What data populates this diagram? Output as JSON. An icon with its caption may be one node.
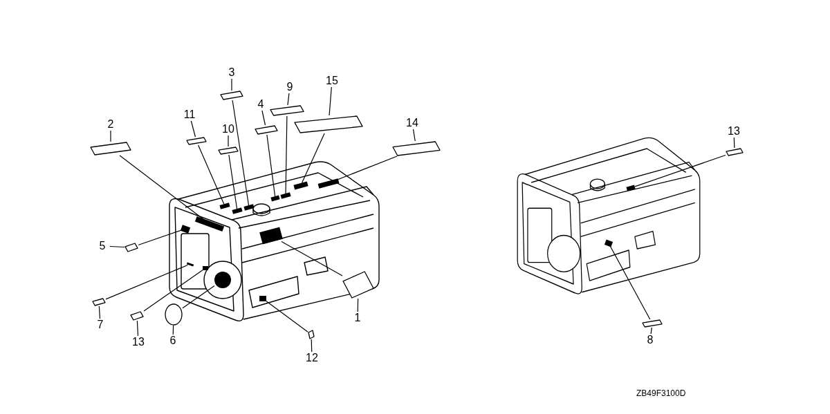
{
  "diagram": {
    "nodes": [
      {
        "text": [
          "3"
        ]
      },
      {
        "text": [],
        "shape": "box"
      },
      {
        "text": [
          "11"
        ]
      },
      {
        "text": [],
        "shape": "box"
      },
      {
        "text": [
          "2"
        ]
      },
      {
        "text": [],
        "shape": "box"
      },
      {
        "text": [
          "10"
        ]
      },
      {
        "text": [],
        "shape": "box"
      },
      {
        "text": [
          "4"
        ]
      },
      {
        "text": [],
        "shape": "box"
      },
      {
        "text": [
          "9"
        ]
      },
      {
        "text": [],
        "shape": "box"
      },
      {
        "text": [
          "15"
        ]
      },
      {
        "text": [],
        "shape": "box"
      },
      {
        "text": [
          "14"
        ]
      },
      {
        "text": [],
        "shape": "box"
      },
      {
        "text": [
          "13"
        ]
      },
      {
        "text": [],
        "shape": "box"
      },
      {
        "text": [
          "5"
        ]
      },
      {
        "text": [],
        "shape": "box"
      },
      {
        "text": [
          "7"
        ]
      },
      {
        "text": [],
        "shape": "box"
      },
      {
        "text": [
          "13"
        ]
      },
      {
        "text": [],
        "shape": "box"
      },
      {
        "text": [
          "6"
        ]
      },
      {
        "text": [],
        "shape": "circle"
      },
      {
        "text": [
          "12"
        ]
      },
      {
        "text": [],
        "shape": "box"
      },
      {
        "text": [
          "1"
        ]
      },
      {
        "text": [],
        "shape": "box"
      },
      {
        "text": [
          "8"
        ]
      },
      {
        "text": [],
        "shape": "box"
      },
      {
        "text": [],
        "shape": "bar"
      },
      {
        "text": [],
        "shape": "bar"
      },
      {
        "text": [],
        "shape": "bar"
      },
      {
        "text": [],
        "shape": "bar"
      },
      {
        "text": [],
        "shape": "bar"
      },
      {
        "text": [],
        "shape": "bar"
      },
      {
        "text": [],
        "shape": "bar"
      },
      {
        "text": [],
        "shape": "bar"
      },
      {
        "text": [],
        "shape": "bar"
      },
      {
        "text": [],
        "shape": "bar"
      },
      {
        "text": [],
        "shape": "bar"
      },
      {
        "text": [],
        "shape": "bar"
      },
      {
        "text": [],
        "shape": "circle"
      },
      {
        "text": [],
        "shape": "bar"
      },
      {
        "text": [],
        "shape": "bar"
      },
      {
        "text": [],
        "shape": "bar"
      }
    ],
    "edges": [
      {
        "from": 0,
        "to": 1,
        "arrow": "none"
      },
      {
        "from": 1,
        "to": 32,
        "arrow": "none"
      },
      {
        "from": 2,
        "to": 3,
        "arrow": "none"
      },
      {
        "from": 3,
        "to": 33,
        "arrow": "none"
      },
      {
        "from": 4,
        "to": 5,
        "arrow": "none"
      },
      {
        "from": 5,
        "to": 34,
        "arrow": "none"
      },
      {
        "from": 6,
        "to": 7,
        "arrow": "none"
      },
      {
        "from": 7,
        "to": 35,
        "arrow": "none"
      },
      {
        "from": 8,
        "to": 9,
        "arrow": "none"
      },
      {
        "from": 9,
        "to": 36,
        "arrow": "none"
      },
      {
        "from": 10,
        "to": 11,
        "arrow": "none"
      },
      {
        "from": 11,
        "to": 37,
        "arrow": "none"
      },
      {
        "from": 12,
        "to": 13,
        "arrow": "none"
      },
      {
        "from": 13,
        "to": 38,
        "arrow": "none"
      },
      {
        "from": 14,
        "to": 15,
        "arrow": "none"
      },
      {
        "from": 15,
        "to": 39,
        "arrow": "none"
      },
      {
        "from": 16,
        "to": 17,
        "arrow": "none"
      },
      {
        "from": 17,
        "to": 40,
        "arrow": "none"
      },
      {
        "from": 18,
        "to": 19,
        "arrow": "none"
      },
      {
        "from": 19,
        "to": 41,
        "arrow": "none"
      },
      {
        "from": 20,
        "to": 21,
        "arrow": "none"
      },
      {
        "from": 21,
        "to": 42,
        "arrow": "none"
      },
      {
        "from": 22,
        "to": 23,
        "arrow": "none"
      },
      {
        "from": 23,
        "to": 43,
        "arrow": "none"
      },
      {
        "from": 24,
        "to": 25,
        "arrow": "none"
      },
      {
        "from": 25,
        "to": 44,
        "arrow": "none"
      },
      {
        "from": 26,
        "to": 27,
        "arrow": "none"
      },
      {
        "from": 27,
        "to": 45,
        "arrow": "none"
      },
      {
        "from": 28,
        "to": 29,
        "arrow": "none"
      },
      {
        "from": 29,
        "to": 46,
        "arrow": "none"
      },
      {
        "from": 30,
        "to": 31,
        "arrow": "none"
      },
      {
        "from": 31,
        "to": 47,
        "arrow": "none"
      }
    ],
    "labels": [
      "ZB49F3100D"
    ]
  }
}
